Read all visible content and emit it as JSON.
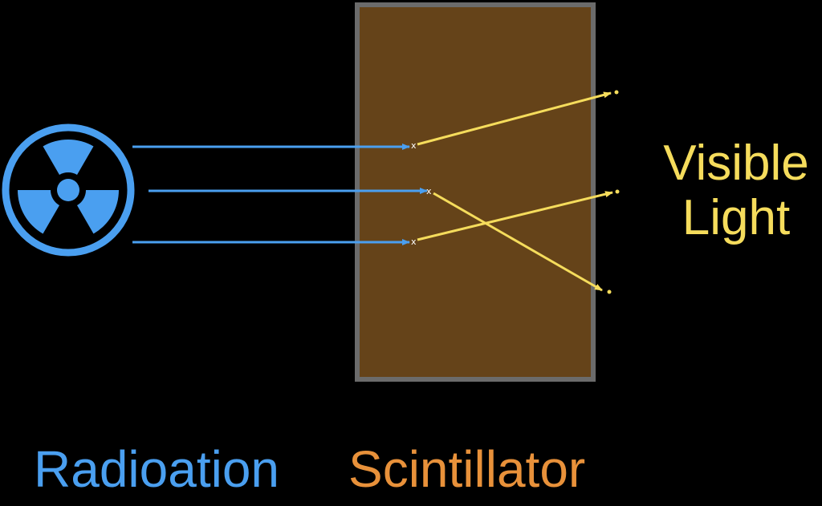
{
  "labels": {
    "radiation": "Radioation",
    "scintillator": "Scintillator",
    "visible_light_line1": "Visible",
    "visible_light_line2": "Light",
    "interaction_marker": "x"
  },
  "colors": {
    "background": "#000000",
    "radiation": "#4a9ff0",
    "scintillator_fill": "#654319",
    "scintillator_border": "#6b6b6b",
    "scintillator_text": "#e8913a",
    "light": "#f5dc5c"
  },
  "icons": {
    "source": "radiation-hazard-icon"
  }
}
